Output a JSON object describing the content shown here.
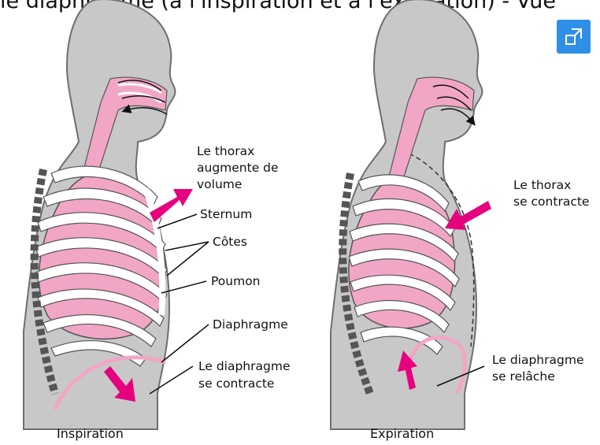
{
  "header": {
    "text": "le diaphragme (à l'inspiration et à l'expiration) - Vue"
  },
  "toolbar": {
    "expand_icon": "expand-icon"
  },
  "figures": {
    "inspiration": {
      "caption": "Inspiration",
      "labels": {
        "thorax": [
          "Le thorax",
          "augmente de",
          "volume"
        ],
        "sternum": "Sternum",
        "cotes": "Côtes",
        "poumon": "Poumon",
        "diaphragme": "Diaphragme",
        "diaphragme_action": [
          "Le diaphragme",
          "se contracte"
        ]
      }
    },
    "expiration": {
      "caption": "Expiration",
      "labels": {
        "thorax": [
          "Le thorax",
          "se contracte"
        ],
        "diaphragme_action": [
          "Le diaphragme",
          "se relâche"
        ]
      }
    }
  },
  "colors": {
    "body": "#c8c8c8",
    "body_outline": "#6e6e6e",
    "lung": "#f2a6c6",
    "arrow": "#e6007e",
    "rib": "#ffffff",
    "button": "#2f8ee6"
  }
}
